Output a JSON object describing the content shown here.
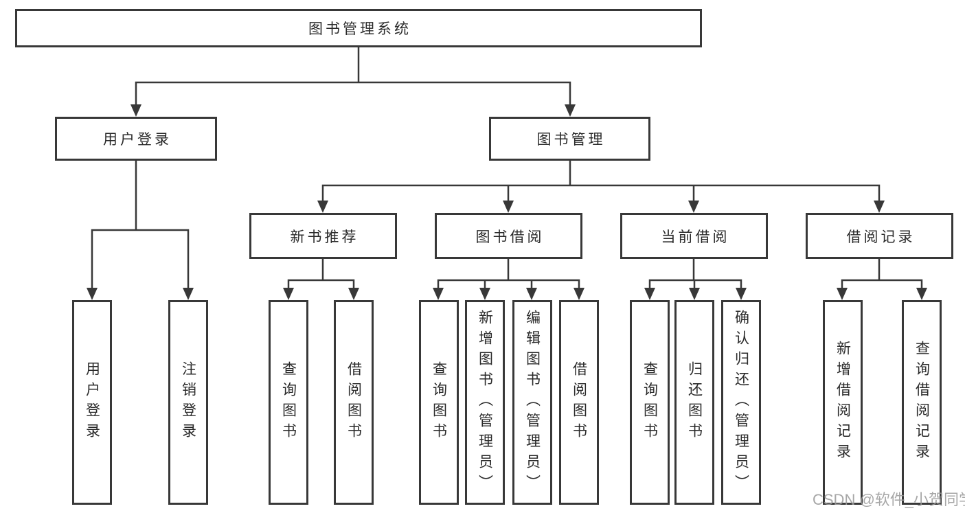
{
  "colors": {
    "line": "#383838",
    "node_border": "#383838",
    "node_text": "#2a2a2a",
    "watermark_text": "#9b9b9b",
    "background": "#ffffff"
  },
  "watermark": {
    "text": "CSDN @软件_小贺同学"
  },
  "tree": {
    "root": {
      "label": "图书管理系统"
    },
    "branches": [
      {
        "label": "用户登录",
        "children": [
          {
            "label": "用户登录"
          },
          {
            "label": "注销登录"
          }
        ]
      },
      {
        "label": "图书管理",
        "groups": [
          {
            "label": "新书推荐",
            "children": [
              {
                "label": "查询图书"
              },
              {
                "label": "借阅图书"
              }
            ]
          },
          {
            "label": "图书借阅",
            "children": [
              {
                "label": "查询图书"
              },
              {
                "label": "新增图书（管理员）"
              },
              {
                "label": "编辑图书（管理员）"
              },
              {
                "label": "借阅图书"
              }
            ]
          },
          {
            "label": "当前借阅",
            "children": [
              {
                "label": "查询图书"
              },
              {
                "label": "归还图书"
              },
              {
                "label": "确认归还（管理员）"
              }
            ]
          },
          {
            "label": "借阅记录",
            "children": [
              {
                "label": "新增借阅记录"
              },
              {
                "label": "查询借阅记录"
              }
            ]
          }
        ]
      }
    ]
  }
}
